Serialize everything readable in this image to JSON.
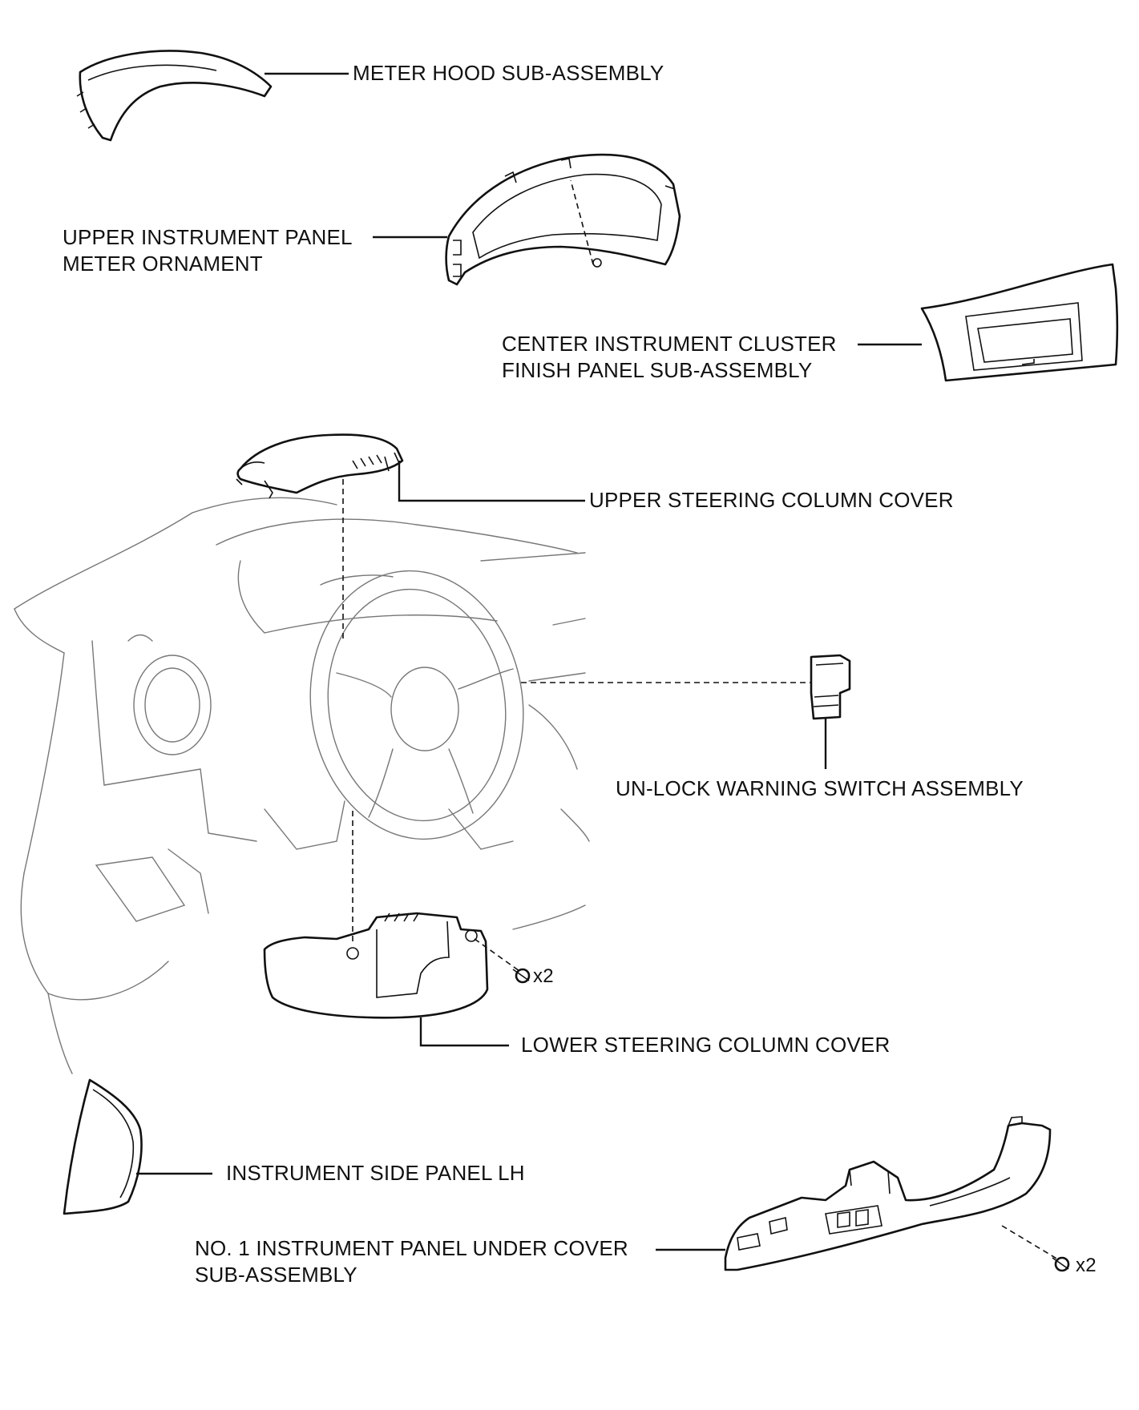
{
  "labels": {
    "meter_hood": "METER HOOD SUB-ASSEMBLY",
    "upper_ip_meter_1": "UPPER INSTRUMENT PANEL",
    "upper_ip_meter_2": "METER ORNAMENT",
    "center_cluster_1": "CENTER INSTRUMENT CLUSTER",
    "center_cluster_2": "FINISH PANEL SUB-ASSEMBLY",
    "upper_column_cover": "UPPER STEERING COLUMN COVER",
    "unlock_switch": "UN-LOCK WARNING SWITCH ASSEMBLY",
    "lower_column_cover": "LOWER STEERING COLUMN COVER",
    "side_panel_lh": "INSTRUMENT SIDE PANEL LH",
    "under_cover_1": "NO. 1 INSTRUMENT PANEL UNDER COVER",
    "under_cover_2": "SUB-ASSEMBLY"
  },
  "quantities": {
    "lower_cover_screws": "x2",
    "under_cover_screws": "x2"
  }
}
